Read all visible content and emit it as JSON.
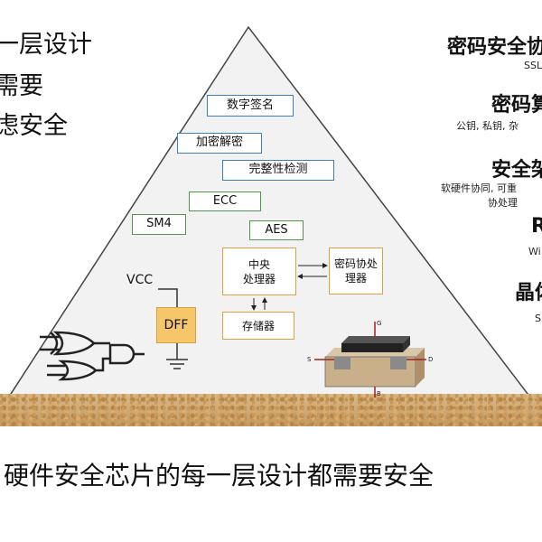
{
  "left_text": [
    "一层设计",
    "需要",
    "虑安全"
  ],
  "right_panel": [
    {
      "title": "密码安全协",
      "subtitle": "SSL"
    },
    {
      "title": "密码算",
      "subtitle": "公钥, 私钥, 杂"
    },
    {
      "title": "安全架",
      "subtitle": "软硬件协同, 可重",
      "subtitle2": "协处理"
    },
    {
      "title": "R",
      "subtitle": "Wi"
    },
    {
      "title": "晶体",
      "subtitle": "S"
    }
  ],
  "pyramid": {
    "tags": {
      "digital_signature": "数字签名",
      "encrypt_decrypt": "加密解密",
      "integrity_check": "完整性检测",
      "ecc": "ECC",
      "sm4": "SM4",
      "aes": "AES"
    },
    "cpu": "中央\n处理器",
    "crypto_coprocessor": "密码协处\n理器",
    "memory": "存储器",
    "vcc": "VCC",
    "dff": "DFF",
    "mos_labels": {
      "g": "G",
      "s": "S",
      "d": "D",
      "b": "B"
    }
  },
  "caption": "硬件安全芯片的每一层设计都需要安全",
  "colors": {
    "green_border": "#4a9a4a",
    "blue_border": "#3c7fc0",
    "orange_border": "#e0a040",
    "dff_fill": "#f7c66a"
  }
}
